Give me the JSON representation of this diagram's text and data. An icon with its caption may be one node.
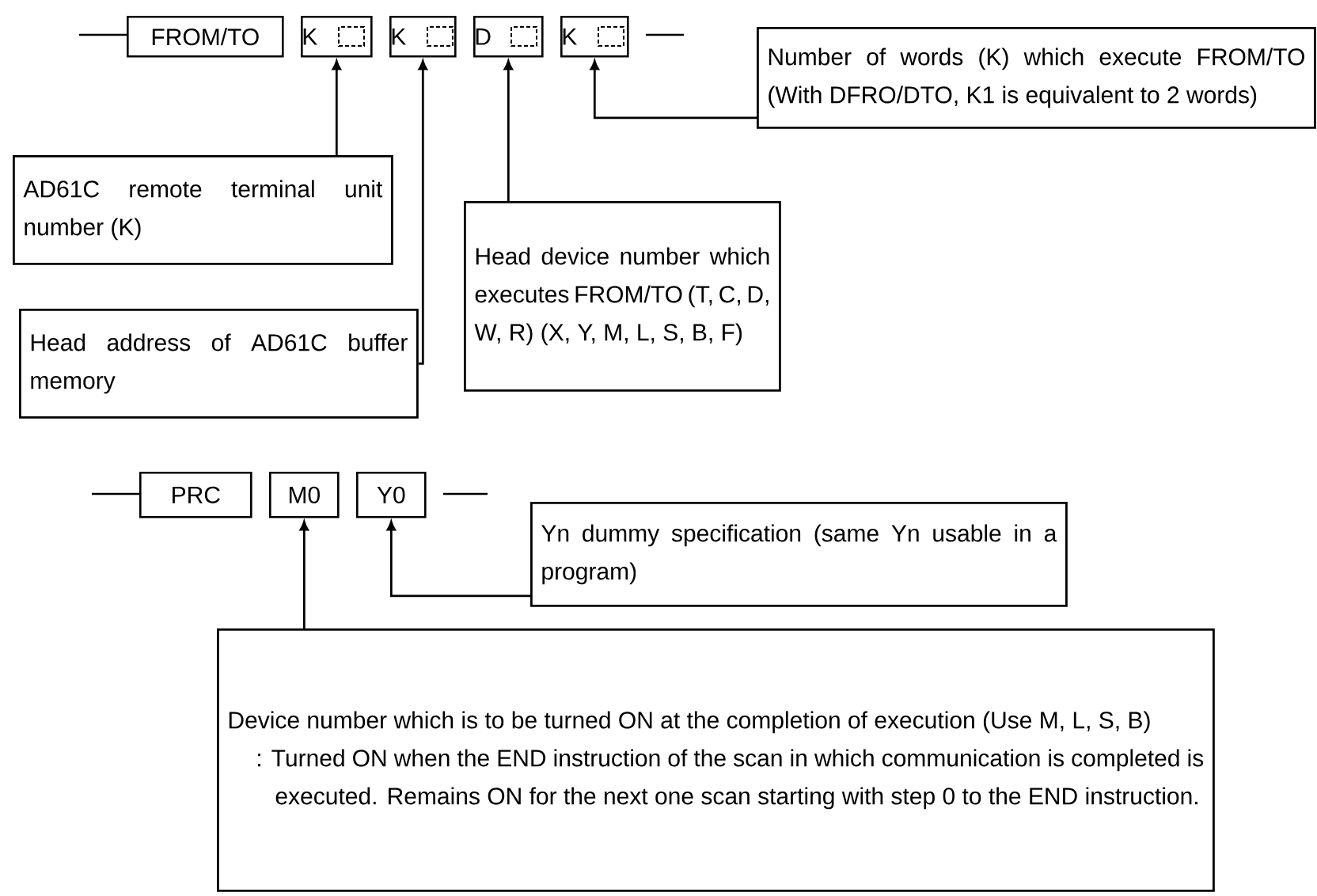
{
  "diagram": {
    "nodes": [
      {
        "text": [
          "FROM/TO"
        ]
      },
      {
        "text": [
          "K"
        ]
      },
      {
        "text": [
          "K"
        ]
      },
      {
        "text": [
          "D"
        ]
      },
      {
        "text": [
          "K"
        ]
      },
      {
        "text": [
          "Number of words (K) which execute FROM/TO (With DFRO/DTO, K1 is equivalent to 2 words)"
        ]
      },
      {
        "text": [
          "AD61C remote terminal unit number (K)"
        ]
      },
      {
        "text": [
          "Head device number which executes FROM/TO (T, C, D, W, R) (X, Y, M, L, S, B, F)"
        ]
      },
      {
        "text": [
          "Head address of AD61C buffer memory"
        ]
      },
      {
        "text": [
          "PRC"
        ]
      },
      {
        "text": [
          "M0"
        ]
      },
      {
        "text": [
          "Y0"
        ]
      },
      {
        "text": [
          "Yn dummy specification (same Yn usable in a program)"
        ]
      },
      {
        "text": [
          "Device number which is to be turned ON at the completion of execution (Use M, L, S, B)",
          ": Turned ON when the END instruction of the scan in which communication is completed is executed. Remains ON for the next one scan starting with step 0 to the END instruction."
        ]
      }
    ],
    "edges": [
      {
        "from": 5,
        "to": 4,
        "arrow": "to"
      },
      {
        "from": 6,
        "to": 1,
        "arrow": "to"
      },
      {
        "from": 7,
        "to": 3,
        "arrow": "to"
      },
      {
        "from": 8,
        "to": 2,
        "arrow": "to"
      },
      {
        "from": 12,
        "to": 11,
        "arrow": "to"
      },
      {
        "from": 13,
        "to": 10,
        "arrow": "to"
      }
    ]
  }
}
